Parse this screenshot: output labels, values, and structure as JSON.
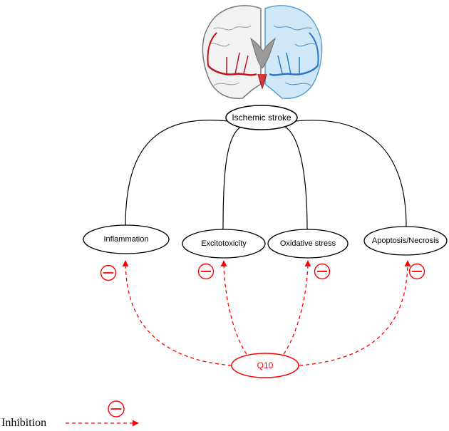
{
  "root": {
    "label": "Ischemic stroke"
  },
  "mechanisms": [
    {
      "id": "inflammation",
      "label": "Inflammation"
    },
    {
      "id": "excitotoxicity",
      "label": "Excitotoxicity"
    },
    {
      "id": "oxidative-stress",
      "label": "Oxidative stress"
    },
    {
      "id": "apoptosis-necrosis",
      "label": "Apoptosis/Necrosis"
    }
  ],
  "inhibitor": {
    "label": "Q10"
  },
  "legend": {
    "label": "Inhibition"
  },
  "colors": {
    "inhibition": "#ff0000",
    "connector": "#000000",
    "brain_ischemic_left": "#c0141e",
    "brain_ischemic_right": "#2a78c8",
    "brain_right_fill": "#cfe7f7"
  },
  "icons": {
    "brain": "brain-coronal-section-icon",
    "inhibition": "minus-circle-icon"
  }
}
